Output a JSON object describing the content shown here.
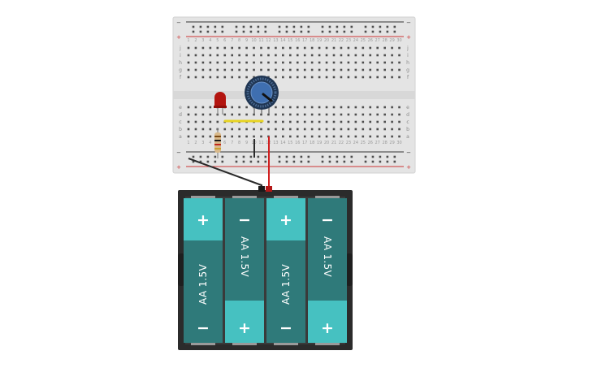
{
  "breadboard": {
    "columns": [
      "1",
      "2",
      "3",
      "4",
      "5",
      "6",
      "7",
      "8",
      "9",
      "10",
      "11",
      "12",
      "13",
      "14",
      "15",
      "16",
      "17",
      "18",
      "19",
      "20",
      "21",
      "22",
      "23",
      "24",
      "25",
      "26",
      "27",
      "28",
      "29",
      "30"
    ],
    "upper_rows": [
      "j",
      "i",
      "h",
      "g",
      "f"
    ],
    "lower_rows": [
      "e",
      "d",
      "c",
      "b",
      "a"
    ],
    "rail_minus": "−",
    "rail_plus": "+"
  },
  "components": {
    "led": {
      "color": "#b3140f"
    },
    "resistor": {
      "body_color": "#d9b98a",
      "bands": [
        "#7b4a16",
        "#1a1a1a",
        "#c0281d",
        "#c9a033"
      ]
    },
    "potentiometer": {
      "color": "#3f6fb0"
    },
    "jumper": {
      "color": "#e7d323"
    }
  },
  "wires": {
    "negative_color": "#2a2a2a",
    "positive_color": "#d11f1f"
  },
  "battery_pack": {
    "cells": [
      {
        "label": "AA 1.5V",
        "top_sign": "+",
        "bottom_sign": "−"
      },
      {
        "label": "AA 1.5V",
        "top_sign": "−",
        "bottom_sign": "+"
      },
      {
        "label": "AA 1.5V",
        "top_sign": "+",
        "bottom_sign": "−"
      },
      {
        "label": "AA 1.5V",
        "top_sign": "−",
        "bottom_sign": "+"
      }
    ],
    "cell_color": "#2f7a7a",
    "cap_color": "#46c1c1"
  }
}
